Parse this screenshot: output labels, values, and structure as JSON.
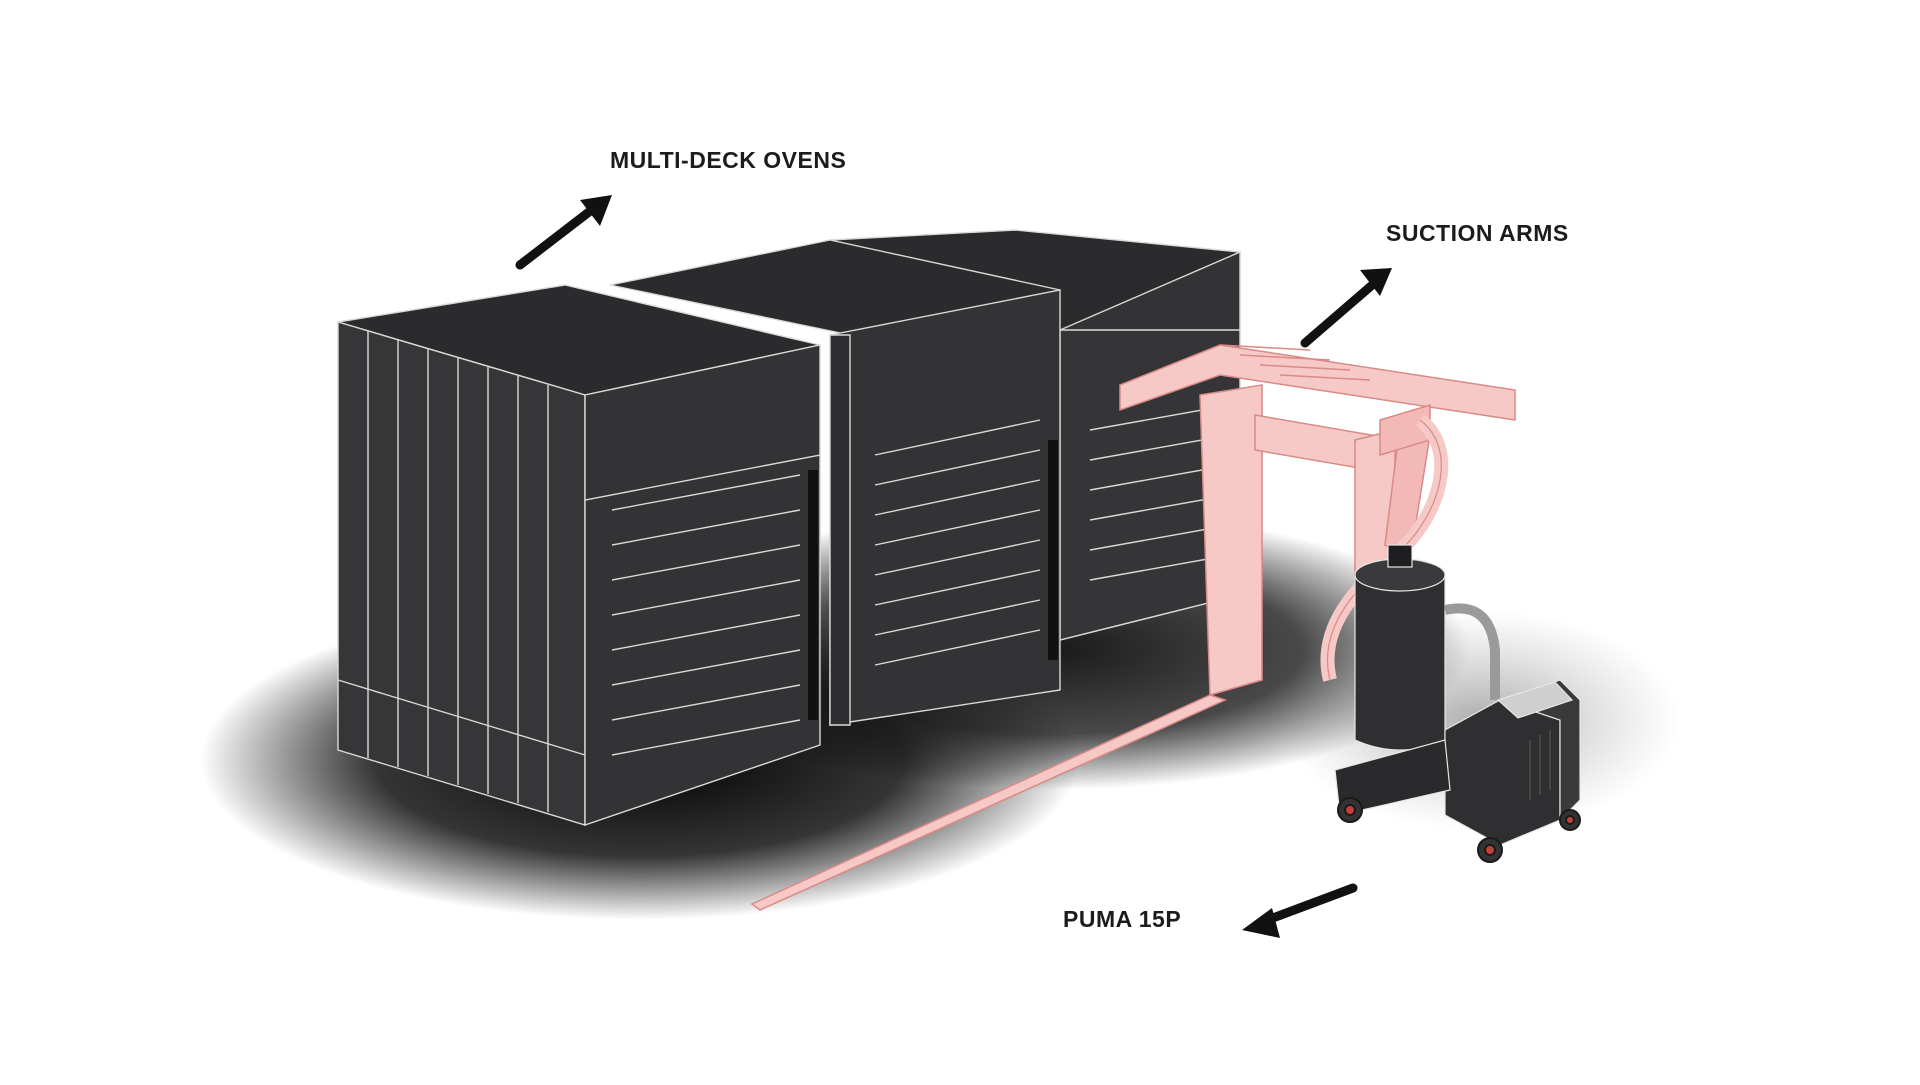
{
  "labels": {
    "ovens": "MULTI-DECK OVENS",
    "suction_arms": "SUCTION ARMS",
    "puma": "PUMA 15P"
  },
  "colors": {
    "background": "#ffffff",
    "oven_body": "#333234",
    "oven_top": "#2b2a2c",
    "oven_outline": "#d9d9d9",
    "suction_pink": "#f6c9c6",
    "suction_outline": "#d98a86",
    "vacuum_body": "#2f2f31",
    "label_text": "#1c1c1c",
    "wheel_accent": "#c0433b"
  }
}
